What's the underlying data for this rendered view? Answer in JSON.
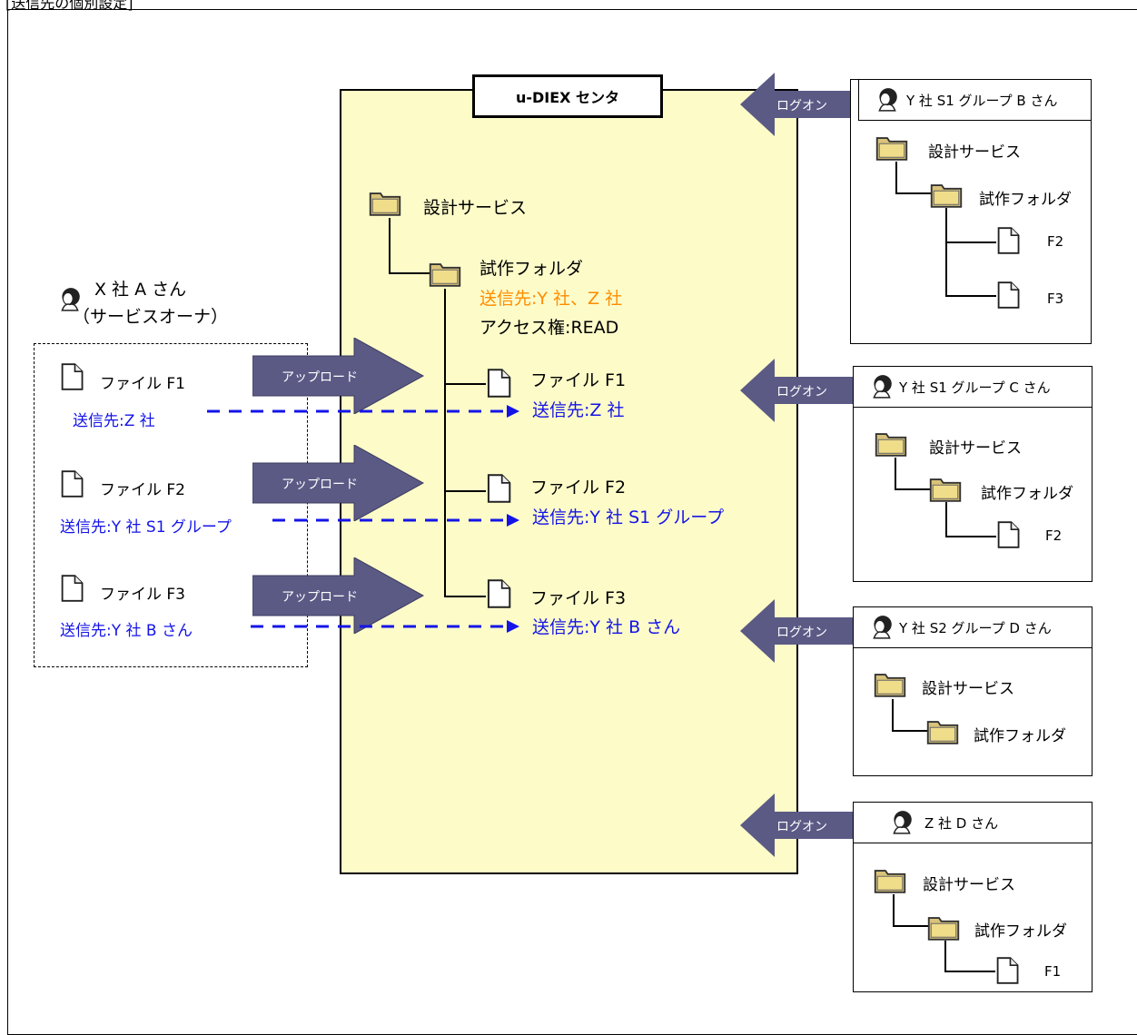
{
  "caption": "[送信先の個別設定]",
  "center": {
    "title": "u-DIEX センタ",
    "service": "設計サービス",
    "folder": "試作フォルダ",
    "folder_dest": "送信先:Y 社、Z 社",
    "folder_access": "アクセス権:READ",
    "files": [
      {
        "name": "ファイル F1",
        "dest": "送信先:Z 社"
      },
      {
        "name": "ファイル F2",
        "dest": "送信先:Y 社 S1 グループ"
      },
      {
        "name": "ファイル F3",
        "dest": "送信先:Y 社 B さん"
      }
    ]
  },
  "owner": {
    "name": "X 社 A さん",
    "role": "（サービスオーナ）",
    "files": [
      {
        "name": "ファイル F1",
        "dest": "送信先:Z 社"
      },
      {
        "name": "ファイル F2",
        "dest": "送信先:Y 社 S1 グループ"
      },
      {
        "name": "ファイル F3",
        "dest": "送信先:Y 社 B さん"
      }
    ],
    "upload_label": "アップロード"
  },
  "logon_label": "ログオン",
  "users": [
    {
      "name": "Y 社  S1 グループ  B さん",
      "service": "設計サービス",
      "folder": "試作フォルダ",
      "files": [
        "F2",
        "F3"
      ]
    },
    {
      "name": "Y 社  S1 グループ  C さん",
      "service": "設計サービス",
      "folder": "試作フォルダ",
      "files": [
        "F2"
      ]
    },
    {
      "name": "Y 社  S2 グループ  D さん",
      "service": "設計サービス",
      "folder": "試作フォルダ",
      "files": []
    },
    {
      "name": "Z 社 D さん",
      "service": "設計サービス",
      "folder": "試作フォルダ",
      "files": [
        "F1"
      ]
    }
  ],
  "colors": {
    "panel_fill": "#fdfcc9",
    "arrow_fill": "#5b5a85",
    "link_blue": "#1414e8",
    "accent_orange": "#ff8c00"
  }
}
